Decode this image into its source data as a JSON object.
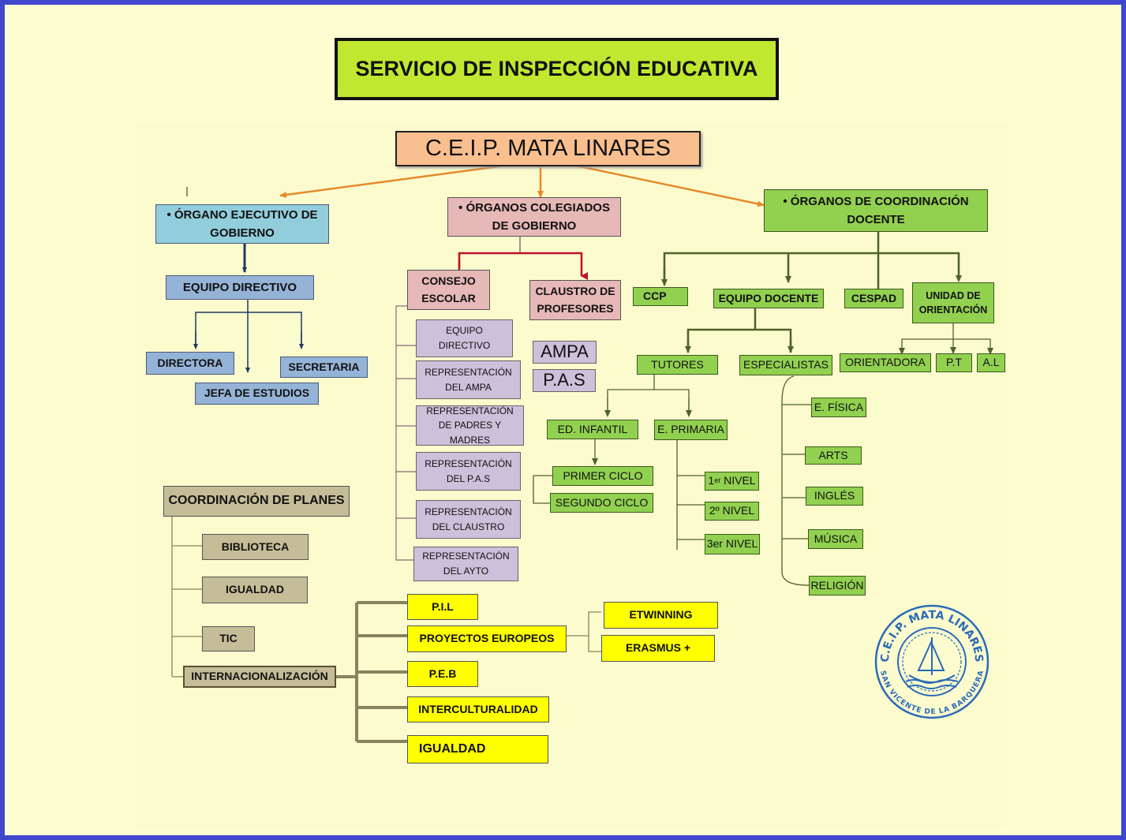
{
  "title": "SERVICIO DE INSPECCIÓN EDUCATIVA",
  "school": "C.E.I.P.    MATA LINARES",
  "organo_ejecutivo": "• ÓRGANO EJECUTIVO DE GOBIERNO",
  "organos_colegiados": "• ÓRGANOS COLEGIADOS DE GOBIERNO",
  "organos_coordinacion": "• ÓRGANOS DE COORDINACIÓN DOCENTE",
  "equipo_directivo": "EQUIPO DIRECTIVO",
  "directora": "DIRECTORA",
  "secretaria": "SECRETARIA",
  "jefa_estudios": "JEFA  DE ESTUDIOS",
  "consejo_escolar": "CONSEJO ESCOLAR",
  "claustro": "CLAUSTRO DE PROFESORES",
  "consejo_items": [
    "EQUIPO DIRECTIVO",
    "REPRESENTACIÓN DEL AMPA",
    "REPRESENTACIÓN DE PADRES Y MADRES",
    "REPRESENTACIÓN DEL P.A.S",
    "REPRESENTACIÓN DEL CLAUSTRO",
    "REPRESENTACIÓN DEL AYTO"
  ],
  "ampa": "AMPA",
  "pas": "P.A.S",
  "ccp": "CCP",
  "equipo_docente": "EQUIPO DOCENTE",
  "cespad": "CESPAD",
  "unidad_orientacion": "UNIDAD DE ORIENTACIÓN",
  "orientadora": "ORIENTADORA",
  "pt": "P.T",
  "al": "A.L",
  "tutores": "TUTORES",
  "especialistas": "ESPECIALISTAS",
  "ed_infantil": "ED. INFANTIL",
  "e_primaria": "E. PRIMARIA",
  "primer_ciclo": "PRIMER CICLO",
  "segundo_ciclo": "SEGUNDO CICLO",
  "nivel1_num": "1",
  "nivel1_sup": "er",
  "nivel1_text": " NIVEL",
  "nivel2": "2º NIVEL",
  "nivel3": "3er NIVEL",
  "especialidades": [
    "E. FÍSICA",
    "ARTS",
    "INGLÉS",
    "MÚSICA",
    "RELIGIÓN"
  ],
  "coordinacion_planes": "COORDINACIÓN DE PLANES",
  "planes": [
    "BIBLIOTECA",
    "IGUALDAD",
    "TIC",
    "INTERNACIONALIZACIÓN"
  ],
  "internacionalizacion_items": [
    "P.I.L",
    "PROYECTOS EUROPEOS",
    "P.E.B",
    "INTERCULTURALIDAD",
    "IGUALDAD"
  ],
  "europeos_items": [
    "ETWINNING",
    "ERASMUS +"
  ],
  "seal": {
    "top_text": "C.E.I.P. MATA LINARES",
    "bottom_text": "SAN VICENTE DE LA BARQUERA",
    "color": "#2a6ab8"
  },
  "colors": {
    "frame": "#3f48cc",
    "title_bg": "#c0e830",
    "orange_arrow": "#e6892a",
    "red_arrow": "#c0102a",
    "green_line": "#4f6228",
    "navy_line": "#1f3864",
    "olive_line": "#8a8260"
  }
}
